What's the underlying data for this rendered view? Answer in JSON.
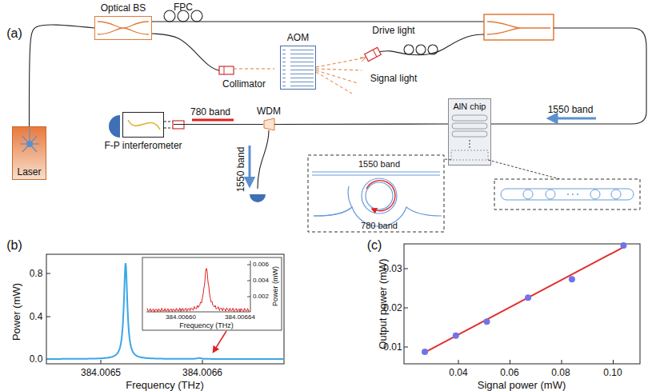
{
  "diagram": {
    "nodes": [
      {
        "text": [
          "Optical BS"
        ]
      },
      {
        "text": [
          "AOM"
        ]
      },
      {
        "text": [
          "Laser"
        ]
      },
      {
        "text": [
          "WDM"
        ]
      },
      {
        "text": [
          "F-P interferometer"
        ]
      },
      {
        "text": [
          "AlN chip"
        ]
      }
    ],
    "edges": [
      {
        "from": 2,
        "to": 0,
        "arrow": "none"
      },
      {
        "from": 0,
        "to": 1,
        "arrow": "none"
      },
      {
        "from": 5,
        "to": 3,
        "arrow": "none"
      },
      {
        "from": 3,
        "to": 4,
        "arrow": "none"
      }
    ],
    "labels": [
      "(a)",
      "FPC",
      "Drive light",
      "Signal light",
      "Collimator",
      "780 band",
      "1550 band",
      "1550 band",
      "1550 band",
      "780 band",
      "(b)",
      "Power (mW)",
      "0.8",
      "0.4",
      "0.0",
      "384.0065",
      "384.0066",
      "Frequency (THz)",
      "384.00660",
      "384.00664",
      "Frequency (THz)",
      "Power (mW)",
      "0.006",
      "0.004",
      "0.002",
      "(c)",
      "Output power (mW)",
      "0.03",
      "0.02",
      "0.01",
      "0.04",
      "0.06",
      "0.08",
      "0.10",
      "Signal power (mW)"
    ]
  }
}
